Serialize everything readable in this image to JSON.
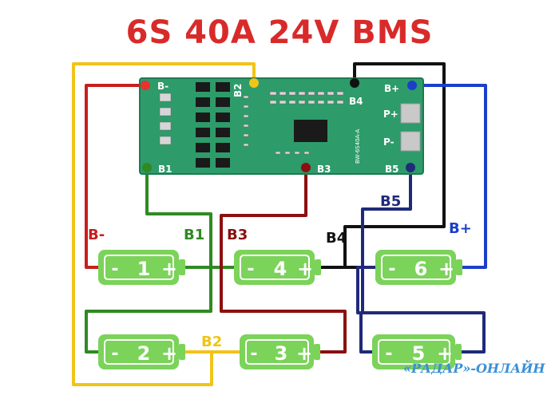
{
  "title": "6S 40A 24V BMS",
  "board": {
    "pads": {
      "bminus": "B-",
      "b1": "B1",
      "b2": "B2",
      "b3": "B3",
      "b4": "B4",
      "b5": "B5",
      "bplus": "B+",
      "pplus": "P+",
      "pminus": "P-"
    },
    "silkscreen": "BW-6S40A-A"
  },
  "wire_labels": {
    "bminus": "B-",
    "b1": "B1",
    "b2": "B2",
    "b3": "B3",
    "b4": "B4",
    "b5": "B5",
    "bplus": "B+"
  },
  "cells": [
    {
      "number": "1",
      "neg": "-",
      "pos": "+"
    },
    {
      "number": "2",
      "neg": "-",
      "pos": "+"
    },
    {
      "number": "3",
      "neg": "-",
      "pos": "+"
    },
    {
      "number": "4",
      "neg": "-",
      "pos": "+"
    },
    {
      "number": "5",
      "neg": "-",
      "pos": "+"
    },
    {
      "number": "6",
      "neg": "-",
      "pos": "+"
    }
  ],
  "colors": {
    "title": "#d92a2a",
    "cell": "#7bd35a",
    "board": "#2e9b6a",
    "wire_red": "#c81e1e",
    "wire_green": "#2f8a22",
    "wire_yellow": "#f0c419",
    "wire_darkred": "#8b1010",
    "wire_black": "#111111",
    "wire_navy": "#1f2a7a",
    "wire_blue": "#1c3fc9"
  },
  "watermark": "«РАДАР»-ОНЛАЙН"
}
